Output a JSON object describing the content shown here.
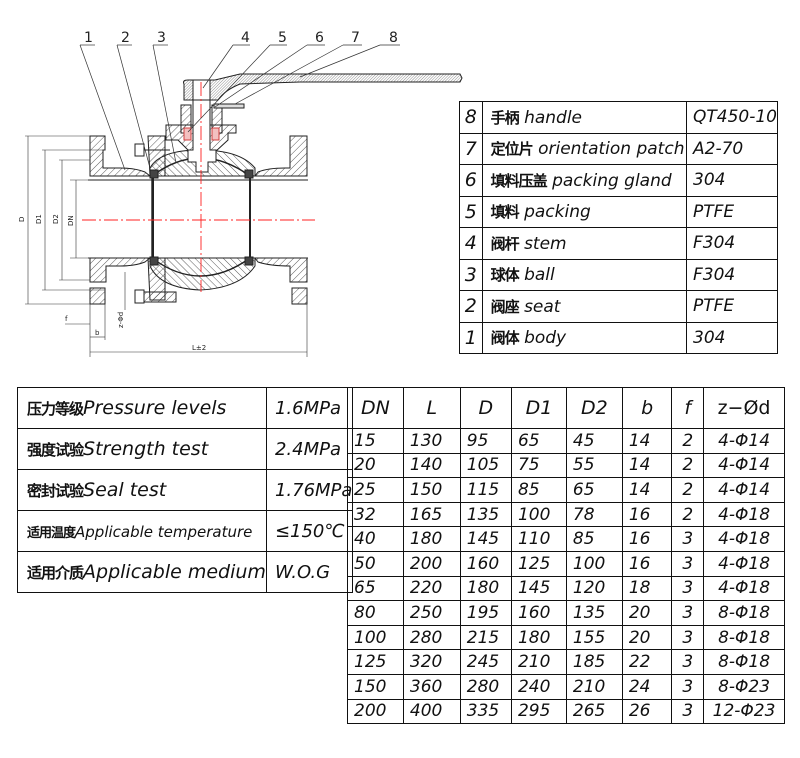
{
  "drawing": {
    "title": "Flanged ball valve sectional drawing",
    "callouts": [
      "1",
      "2",
      "3",
      "4",
      "5",
      "6",
      "7",
      "8"
    ],
    "dimension_labels": {
      "D": "D",
      "D1": "D1",
      "D2": "D2",
      "DN": "DN",
      "f": "f",
      "b": "b",
      "z_phi_d": "z-Φd",
      "L": "L±2"
    },
    "colors": {
      "line": "#222222",
      "centerline": "#ff2020",
      "packing": "#e06060",
      "seat": "#444444"
    }
  },
  "parts_table": {
    "rows": [
      {
        "no": "8",
        "name_cn": "手柄",
        "name_en": "handle",
        "material": "QT450-10"
      },
      {
        "no": "7",
        "name_cn": "定位片",
        "name_en": "orientation patch",
        "material": "A2-70"
      },
      {
        "no": "6",
        "name_cn": "填料压盖",
        "name_en": "packing gland",
        "material": "304"
      },
      {
        "no": "5",
        "name_cn": "填料",
        "name_en": "packing",
        "material": "PTFE"
      },
      {
        "no": "4",
        "name_cn": "阀杆",
        "name_en": "stem",
        "material": "F304"
      },
      {
        "no": "3",
        "name_cn": "球体",
        "name_en": "ball",
        "material": "F304"
      },
      {
        "no": "2",
        "name_cn": "阀座",
        "name_en": "seat",
        "material": "PTFE"
      },
      {
        "no": "1",
        "name_cn": "阀体",
        "name_en": "body",
        "material": "304"
      }
    ]
  },
  "spec_table": {
    "rows": [
      {
        "label_cn": "压力等级",
        "label_en": "Pressure levels",
        "value": "1.6MPa"
      },
      {
        "label_cn": "强度试验",
        "label_en": "Strength test",
        "value": "2.4MPa"
      },
      {
        "label_cn": "密封试验",
        "label_en": "Seal test",
        "value": "1.76MPa"
      },
      {
        "label_cn": "适用温度",
        "label_en": "Applicable temperature",
        "value": "≤150℃"
      },
      {
        "label_cn": "适用介质",
        "label_en": "Applicable medium",
        "value": "W.O.G"
      }
    ]
  },
  "dimension_table": {
    "headers": [
      "DN",
      "L",
      "D",
      "D1",
      "D2",
      "b",
      "f",
      "z−Ød"
    ],
    "rows": [
      [
        "15",
        "130",
        "95",
        "65",
        "45",
        "14",
        "2",
        "4-Φ14"
      ],
      [
        "20",
        "140",
        "105",
        "75",
        "55",
        "14",
        "2",
        "4-Φ14"
      ],
      [
        "25",
        "150",
        "115",
        "85",
        "65",
        "14",
        "2",
        "4-Φ14"
      ],
      [
        "32",
        "165",
        "135",
        "100",
        "78",
        "16",
        "2",
        "4-Φ18"
      ],
      [
        "40",
        "180",
        "145",
        "110",
        "85",
        "16",
        "3",
        "4-Φ18"
      ],
      [
        "50",
        "200",
        "160",
        "125",
        "100",
        "16",
        "3",
        "4-Φ18"
      ],
      [
        "65",
        "220",
        "180",
        "145",
        "120",
        "18",
        "3",
        "4-Φ18"
      ],
      [
        "80",
        "250",
        "195",
        "160",
        "135",
        "20",
        "3",
        "8-Φ18"
      ],
      [
        "100",
        "280",
        "215",
        "180",
        "155",
        "20",
        "3",
        "8-Φ18"
      ],
      [
        "125",
        "320",
        "245",
        "210",
        "185",
        "22",
        "3",
        "8-Φ18"
      ],
      [
        "150",
        "360",
        "280",
        "240",
        "210",
        "24",
        "3",
        "8-Φ23"
      ],
      [
        "200",
        "400",
        "335",
        "295",
        "265",
        "26",
        "3",
        "12-Φ23"
      ]
    ]
  }
}
